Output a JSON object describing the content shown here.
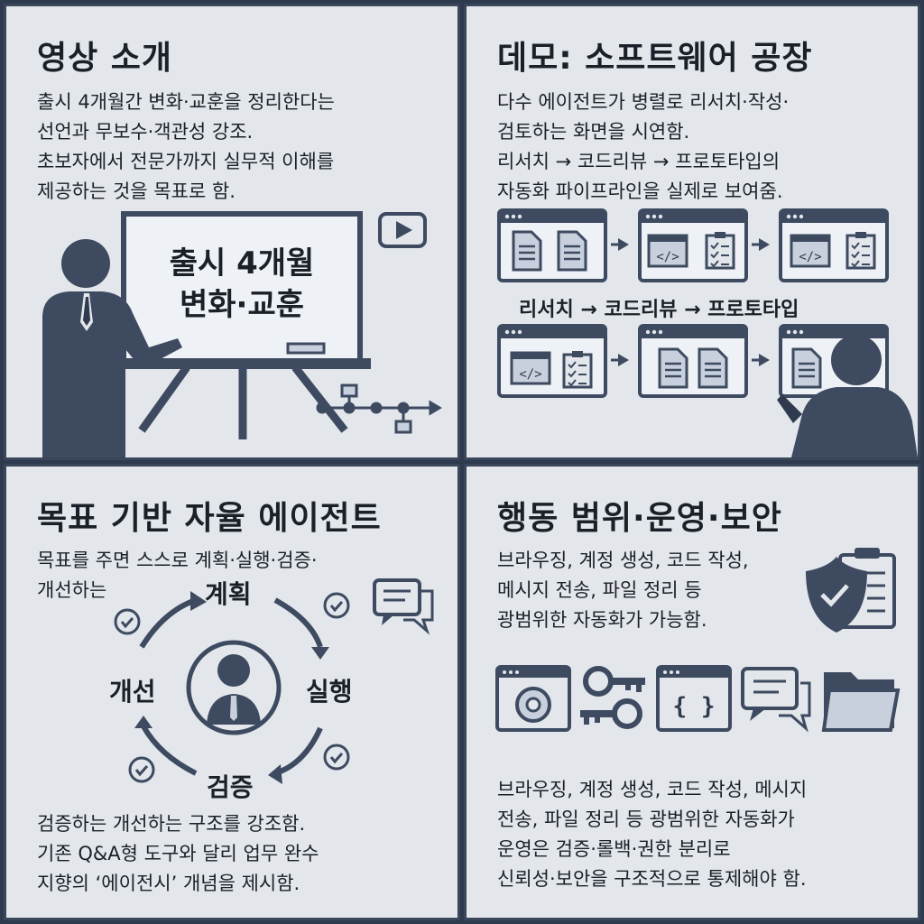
{
  "panels": {
    "intro": {
      "title": "영상 소개",
      "lines": [
        "출시 4개월간 변화·교훈을 정리한다는",
        "선언과 무보수·객관성 강조.",
        "초보자에서 전문가까지 실무적 이해를",
        "제공하는 것을 목표로 함."
      ],
      "board_lines": [
        "출시 4개월",
        "변화·교훈"
      ]
    },
    "demo": {
      "title": "데모: 소프트웨어 공장",
      "lines": [
        "다수 에이전트가 병렬로 리서치·작성·",
        "검토하는 화면을 시연함.",
        "리서치 → 코드리뷰 → 프로토타입의",
        "자동화 파이프라인을 실제로 보여줌."
      ],
      "flow_label": "리서치 → 코드리뷰 → 프로토타입"
    },
    "agents": {
      "title": "목표 기반 자율 에이전트",
      "lines": [
        "목표를 주면 스스로 계획·실행·검증·",
        "개선하는"
      ],
      "cycle": [
        "계획",
        "실행",
        "검증",
        "개선"
      ],
      "bottom_lines": [
        "검증하는 개선하는 구조를 강조함.",
        "기존 Q&A형 도구와 달리 업무 완수",
        "지향의 ‘에이전시’ 개념을 제시함."
      ]
    },
    "security": {
      "title": "행동 범위·운영·보안",
      "lines": [
        "브라우징, 계정 생성, 코드 작성,",
        "메시지 전송, 파일 정리 등",
        "광범위한 자동화가 가능함."
      ],
      "bottom_lines": [
        "브라우징, 계정 생성, 코드 작성, 메시지",
        "전송, 파일 정리 등 광범위한 자동화가",
        "운영은 검증·롤백·권한 분리로",
        "신뢰성·보안을 구조적으로 통제해야 함."
      ]
    }
  },
  "colors": {
    "panel_bg": "#e3e7ec",
    "ink": "#3d4a60",
    "ink_dark": "#2f3a4e",
    "accent_light": "#c7d0dc"
  },
  "icons": [
    "presenter-icon",
    "whiteboard-icon",
    "play-icon",
    "timeline-icon",
    "browser-window-icon",
    "document-icon",
    "code-icon",
    "checklist-icon",
    "person-icon",
    "cycle-arrow-icon",
    "check-icon",
    "chat-icon",
    "shield-check-icon",
    "key-icon",
    "braces-icon",
    "folder-icon",
    "browser-globe-icon"
  ]
}
